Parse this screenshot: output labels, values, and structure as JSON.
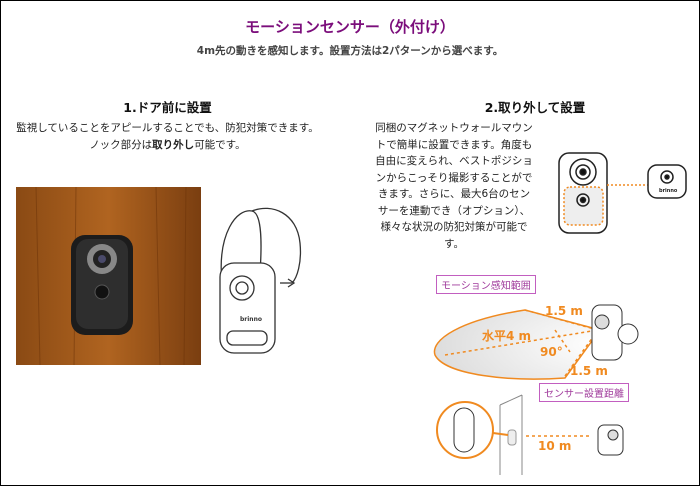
{
  "header": {
    "title": "モーションセンサー（外付け）",
    "subtitle": "4m先の動きを感知します。設置方法は2パターンから選べます。"
  },
  "section1": {
    "heading": "1.ドア前に設置",
    "line1": "監視していることをアピールすることでも、防犯対策できます。",
    "line2_pre": "ノック部分は",
    "line2_bold": "取り外し",
    "line2_post": "可能です。"
  },
  "section2": {
    "heading": "2.取り外して設置",
    "lines": [
      "同梱のマグネットウォールマウン",
      "トで簡単に設置できます。角度も",
      "自由に変えられ、ベストポジショ",
      "ンからこっそり撮影することがで",
      "きます。さらに、最大6台のセン",
      "サーを連動でき（オプション）、",
      "様々な状況の防犯対策が可能で",
      "す。"
    ]
  },
  "diagram": {
    "range_label": "モーション感知範囲",
    "horizontal": "水平4 m",
    "side_top": "1.5 m",
    "side_bottom": "1.5 m",
    "angle": "90°",
    "distance_label": "センサー設置距離",
    "distance": "10 m"
  },
  "brand": "brinno",
  "colors": {
    "title": "#7b0d7b",
    "accent": "#f08a20",
    "label": "#a03c9c"
  }
}
